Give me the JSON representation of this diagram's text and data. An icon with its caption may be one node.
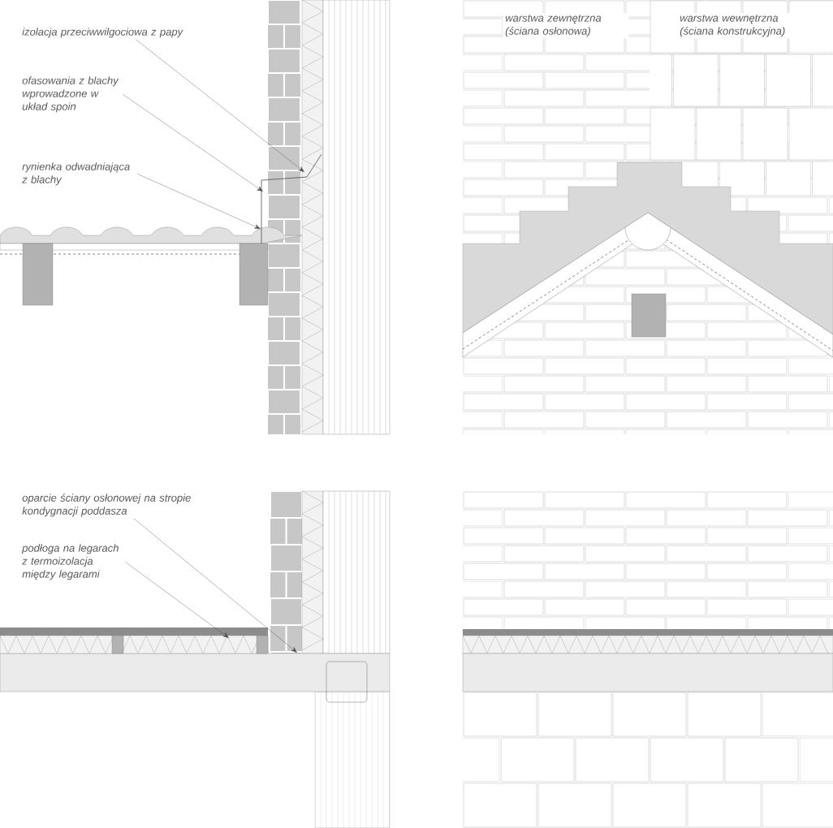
{
  "diagram": {
    "nodes": [
      {
        "text": [
          "izolacja przeciwwilgociowa z papy"
        ]
      },
      {
        "text": [
          "ofasowania z blachy wprowadzone w układ spoin"
        ]
      },
      {
        "text": [
          "rynienka odwadniająca z blachy"
        ]
      },
      {
        "text": [
          "oparcie ściany osłonowej na stropie kondygnacji poddasza"
        ]
      },
      {
        "text": [
          "podłoga na legarach z termoizolacja między legarami"
        ]
      }
    ],
    "edges": [
      {
        "from": 0,
        "to": null,
        "arrow": "to"
      },
      {
        "from": 1,
        "to": null,
        "arrow": "to"
      },
      {
        "from": 2,
        "to": null,
        "arrow": "to"
      },
      {
        "from": 3,
        "to": null,
        "arrow": "to"
      },
      {
        "from": 4,
        "to": null,
        "arrow": "to"
      }
    ],
    "labels": [
      "warstwa zewnętrzna (ściana osłonowa)",
      "warstwa wewnętrzna (ściana konstrukcyjna)"
    ]
  }
}
